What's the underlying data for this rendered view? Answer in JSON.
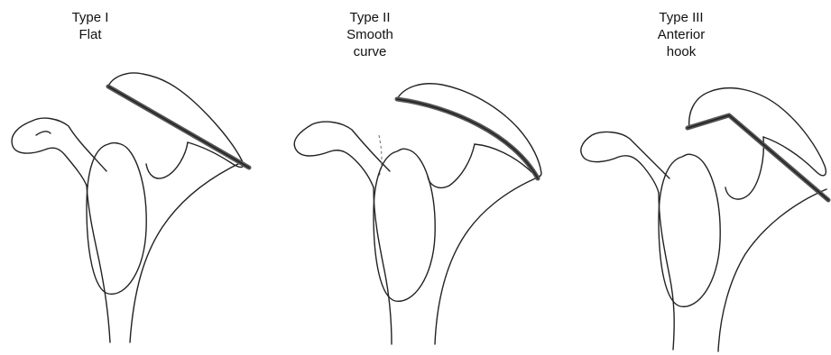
{
  "panels": [
    {
      "title": "Type I",
      "subtitle_lines": [
        "Flat"
      ],
      "shape": "flat"
    },
    {
      "title": "Type II",
      "subtitle_lines": [
        "Smooth",
        "curve"
      ],
      "shape": "curved"
    },
    {
      "title": "Type III",
      "subtitle_lines": [
        "Anterior",
        "hook"
      ],
      "shape": "hooked"
    }
  ],
  "colors": {
    "outline": "#222222",
    "acromion_line": "#555555",
    "background": "#ffffff"
  }
}
